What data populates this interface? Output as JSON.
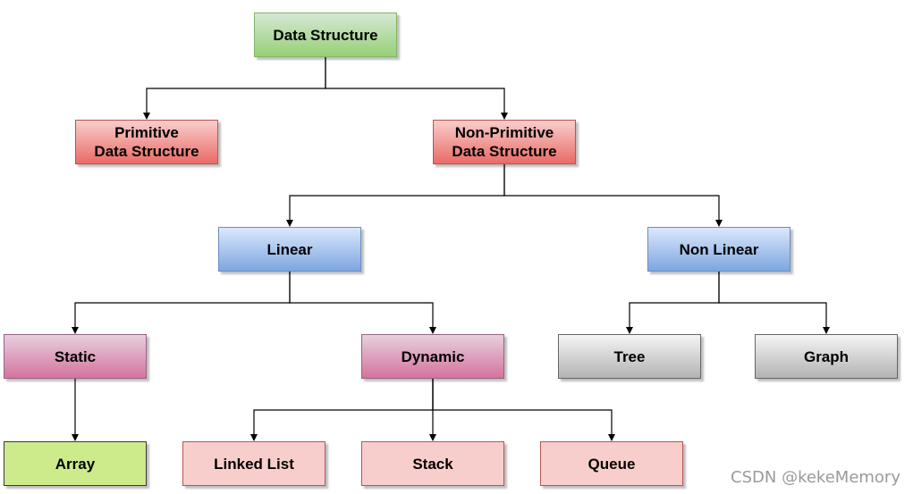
{
  "diagram": {
    "nodes": {
      "data_structure": "Data Structure",
      "primitive": "Primitive\nData Structure",
      "non_primitive": "Non-Primitive\nData Structure",
      "linear": "Linear",
      "non_linear": "Non Linear",
      "static": "Static",
      "dynamic": "Dynamic",
      "tree": "Tree",
      "graph": "Graph",
      "array": "Array",
      "linked_list": "Linked List",
      "stack": "Stack",
      "queue": "Queue"
    },
    "edges": [
      {
        "from": "data_structure",
        "to": "primitive"
      },
      {
        "from": "data_structure",
        "to": "non_primitive"
      },
      {
        "from": "non_primitive",
        "to": "linear"
      },
      {
        "from": "non_primitive",
        "to": "non_linear"
      },
      {
        "from": "linear",
        "to": "static"
      },
      {
        "from": "linear",
        "to": "dynamic"
      },
      {
        "from": "non_linear",
        "to": "tree"
      },
      {
        "from": "non_linear",
        "to": "graph"
      },
      {
        "from": "static",
        "to": "array"
      },
      {
        "from": "dynamic",
        "to": "linked_list"
      },
      {
        "from": "dynamic",
        "to": "stack"
      },
      {
        "from": "dynamic",
        "to": "queue"
      }
    ],
    "colors": {
      "root": "#97d077",
      "primitive_tier": "#ea6b66",
      "linear_tier": "#7ea6e0",
      "static_dynamic": "#d5739d",
      "tree_graph": "#b3b3b3",
      "array": "#cdeb8b",
      "dynamic_children": "#f8cecc",
      "connector": "#000000"
    }
  },
  "watermark": "CSDN @kekeMemory"
}
